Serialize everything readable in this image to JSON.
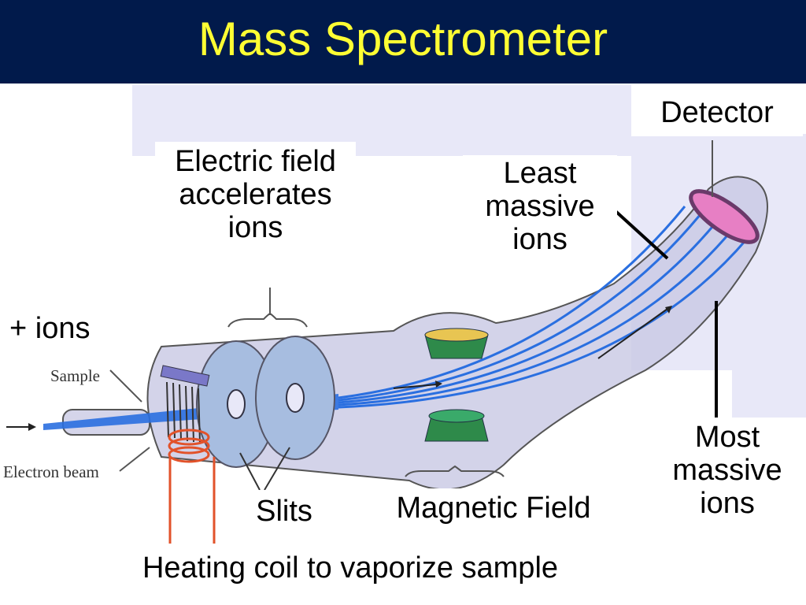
{
  "title": "Mass Spectrometer",
  "labels": {
    "electric_field": "Electric field accelerates ions",
    "least_massive": "Least massive ions",
    "detector": "Detector",
    "plus_ions": "+ ions",
    "most_massive": "Most massive ions",
    "slits": "Slits",
    "magnetic_field": "Magnetic Field",
    "heating_coil": "Heating coil to vaporize sample"
  },
  "diagram_labels": {
    "sample": "Sample",
    "electron_beam": "Electron beam"
  },
  "colors": {
    "header_bg": "#011a4b",
    "title": "#ffff33",
    "tube": "#c8c8e4",
    "ion_beam": "#2a6fe0",
    "detector": "#e77fc4",
    "heating_coil": "#e2522a",
    "magnet_top": "#e8c552",
    "magnet_bottom": "#2e8a4a"
  }
}
